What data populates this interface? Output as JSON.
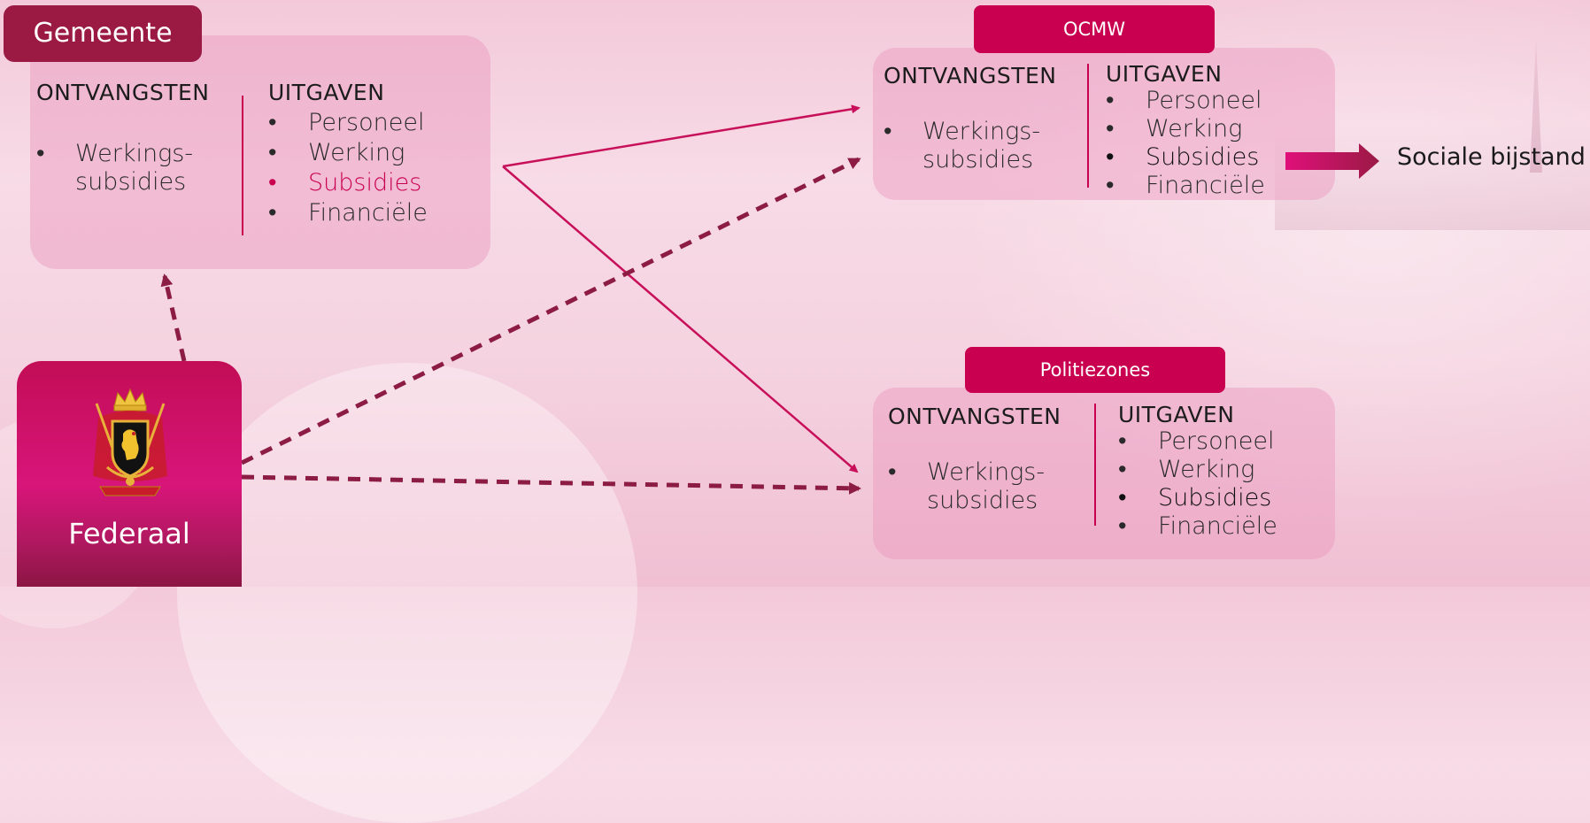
{
  "gemeente": {
    "title": "Gemeente",
    "ontvangsten_header": "ONTVANGSTEN",
    "ontvangsten_items": [
      "Werkings-",
      "subsidies"
    ],
    "uitgaven_header": "UITGAVEN",
    "uitgaven_items": [
      "Personeel",
      "Werking",
      "Subsidies",
      "Financiële"
    ]
  },
  "ocmw": {
    "title": "OCMW",
    "ontvangsten_header": "ONTVANGSTEN",
    "ontvangsten_items": [
      "Werkings-",
      "subsidies"
    ],
    "uitgaven_header": "UITGAVEN",
    "uitgaven_items": [
      "Personeel",
      "Werking",
      "Subsidies",
      "Financiële"
    ]
  },
  "politiezones": {
    "title": "Politiezones",
    "ontvangsten_header": "ONTVANGSTEN",
    "ontvangsten_items": [
      "Werkings-",
      "subsidies"
    ],
    "uitgaven_header": "UITGAVEN",
    "uitgaven_items": [
      "Personeel",
      "Werking",
      "Subsidies",
      "Financiële"
    ]
  },
  "federaal": {
    "label": "Federaal",
    "icon": "belgian-coat-of-arms"
  },
  "sociale_bijstand": "Sociale bijstand",
  "bullet": "•",
  "colors": {
    "accent": "#c8004f",
    "gemeente_tag": "#9a1a44",
    "arrow_dashed": "#8c1c44",
    "arrow_solid": "#c8105a"
  }
}
